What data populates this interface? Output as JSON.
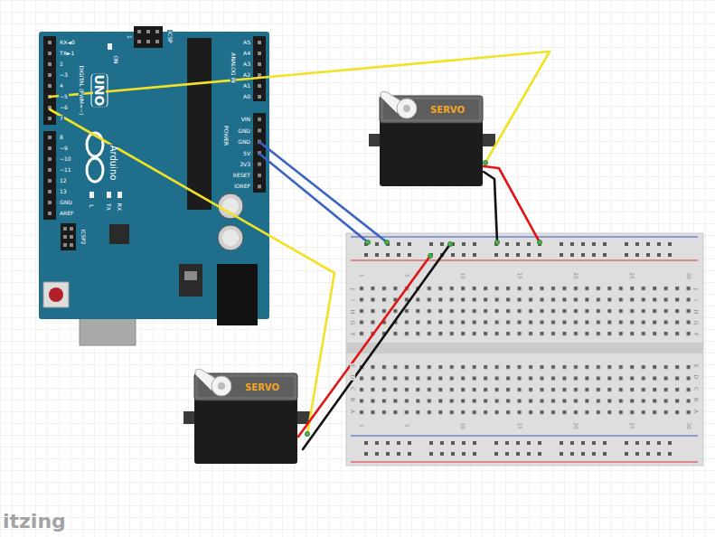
{
  "diagram": {
    "nodes": [
      {
        "text": [
          "RX◄0",
          "TX►1",
          "2",
          "~3",
          "4",
          "~5",
          "~6",
          "7",
          "8",
          "~9",
          "~10",
          "~11",
          "12",
          "13",
          "GND",
          "AREF",
          "DIGITAL (PWM=~)",
          "UNO",
          "Arduino",
          "ON",
          "1",
          "ICSP",
          "L",
          "TX",
          "RX",
          "ICSP2",
          "A5",
          "A4",
          "A3",
          "A2",
          "A1",
          "A0",
          "ANALOG IN",
          "VIN",
          "GND",
          "GND",
          "5V",
          "3V3",
          "RESET",
          "IOREF",
          "POWER"
        ]
      },
      {
        "text": [
          "SERVO"
        ]
      },
      {
        "text": [
          "1",
          "5",
          "10",
          "15",
          "20",
          "25",
          "30",
          "J",
          "I",
          "H",
          "G",
          "F",
          "E",
          "D",
          "C",
          "B",
          "A",
          "J",
          "I",
          "H",
          "G",
          "F",
          "E",
          "D",
          "C",
          "B",
          "A",
          "1",
          "5",
          "10",
          "15",
          "20",
          "25",
          "30"
        ]
      },
      {
        "text": [
          "SERVO"
        ]
      }
    ],
    "edges": [
      {
        "from": 0,
        "to": 1,
        "arrow": "none"
      },
      {
        "from": 0,
        "to": 3,
        "arrow": "none"
      },
      {
        "from": 0,
        "to": 2,
        "arrow": "none"
      },
      {
        "from": 0,
        "to": 2,
        "arrow": "none"
      },
      {
        "from": 1,
        "to": 2,
        "arrow": "none"
      },
      {
        "from": 1,
        "to": 2,
        "arrow": "none"
      },
      {
        "from": 3,
        "to": 2,
        "arrow": "none"
      },
      {
        "from": 3,
        "to": 2,
        "arrow": "none"
      }
    ],
    "labels": [
      "itzing"
    ]
  }
}
